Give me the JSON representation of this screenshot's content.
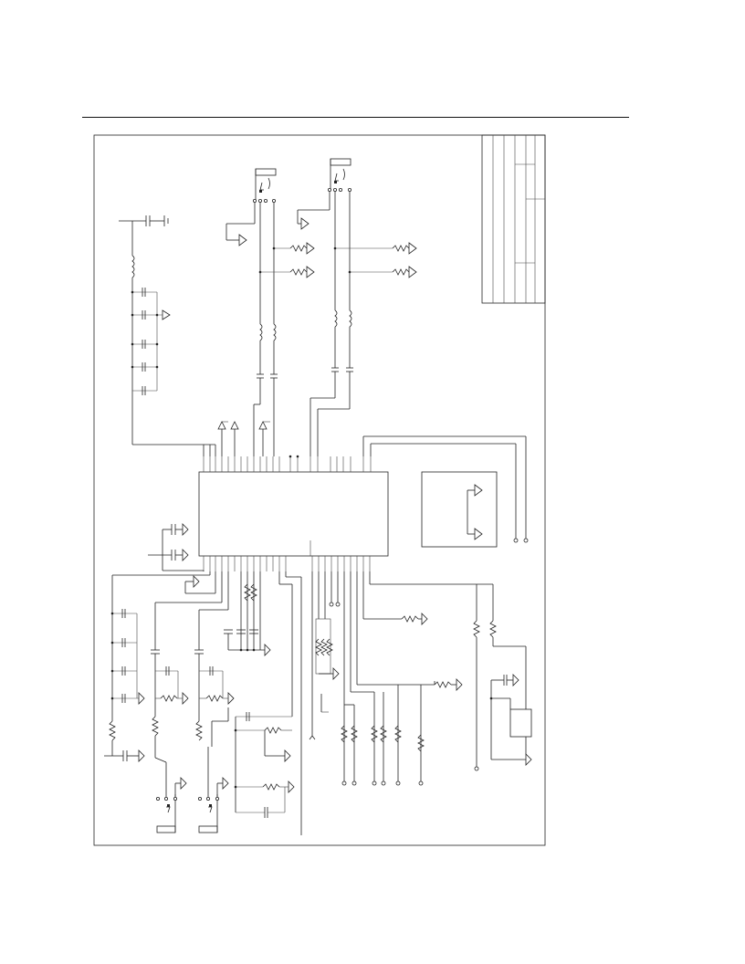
{
  "page": {
    "background": "#ffffff",
    "line_color": "#222222"
  },
  "schematic": {
    "labels_visible": false,
    "title_block": {
      "rows": 9,
      "text_visible": false
    },
    "integrated_circuits": 1,
    "sub_blocks": 1
  }
}
